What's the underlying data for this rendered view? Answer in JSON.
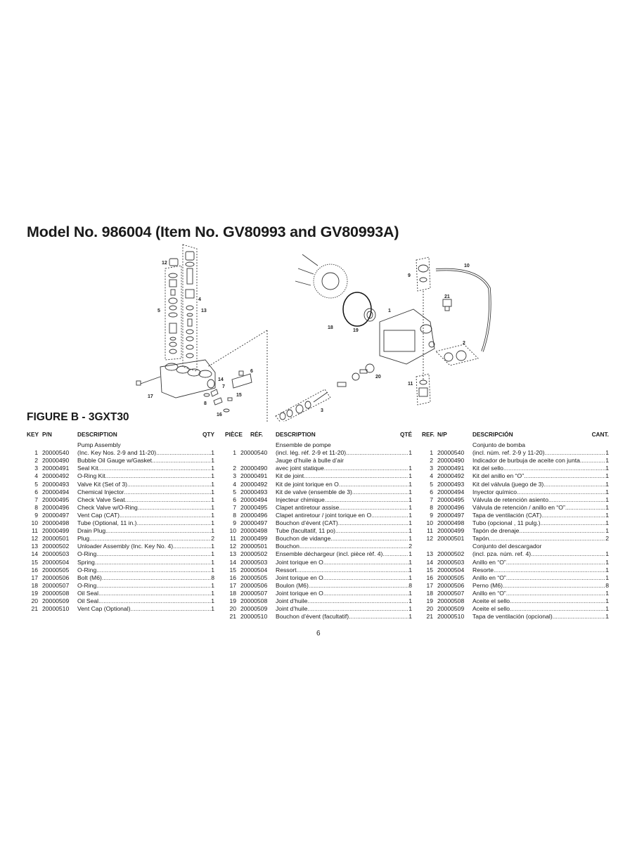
{
  "title": "Model No. 986004 (Item No. GV80993 and GV80993A)",
  "figure_title": "FIGURE B - 3GXT30",
  "page_number": "6",
  "diagram": {
    "callouts": [
      "1",
      "2",
      "3",
      "4",
      "5",
      "6",
      "7",
      "8",
      "9",
      "10",
      "11",
      "12",
      "13",
      "14",
      "15",
      "16",
      "17",
      "18",
      "19",
      "20",
      "21"
    ]
  },
  "tables": {
    "english": {
      "headers": {
        "key": "KEY",
        "pn": "P/N",
        "desc": "DESCRIPTION",
        "qty": "QTY"
      },
      "rows": [
        {
          "key": "1",
          "pn": "20000540",
          "desc1": "Pump Assembly",
          "desc2": "(Inc. Key Nos. 2-9 and 11-20)",
          "qty": "1"
        },
        {
          "key": "2",
          "pn": "20000490",
          "desc2": "Bubble Oil Gauge w/Gasket",
          "qty": "1"
        },
        {
          "key": "3",
          "pn": "20000491",
          "desc2": "Seal Kit",
          "qty": "1"
        },
        {
          "key": "4",
          "pn": "20000492",
          "desc2": "O-Ring Kit",
          "qty": "1"
        },
        {
          "key": "5",
          "pn": "20000493",
          "desc2": "Valve Kit (Set of 3)",
          "qty": "1"
        },
        {
          "key": "6",
          "pn": "20000494",
          "desc2": "Chemical Injector",
          "qty": "1"
        },
        {
          "key": "7",
          "pn": "20000495",
          "desc2": "Check Valve Seat",
          "qty": "1"
        },
        {
          "key": "8",
          "pn": "20000496",
          "desc2": "Check Valve w/O-Ring",
          "qty": "1"
        },
        {
          "key": "9",
          "pn": "20000497",
          "desc2": "Vent Cap (CAT)",
          "qty": "1"
        },
        {
          "key": "10",
          "pn": "20000498",
          "desc2": "Tube (Optional, 11 in.)",
          "qty": "1"
        },
        {
          "key": "11",
          "pn": "20000499",
          "desc2": "Drain Plug",
          "qty": "1"
        },
        {
          "key": "12",
          "pn": "20000501",
          "desc2": "Plug",
          "qty": "2"
        },
        {
          "key": "13",
          "pn": "20000502",
          "desc2": "Unloader Assembly (Inc. Key No. 4)",
          "qty": "1"
        },
        {
          "key": "14",
          "pn": "20000503",
          "desc2": "O-Ring",
          "qty": "1"
        },
        {
          "key": "15",
          "pn": "20000504",
          "desc2": "Spring",
          "qty": "1"
        },
        {
          "key": "16",
          "pn": "20000505",
          "desc2": "O-Ring",
          "qty": "1"
        },
        {
          "key": "17",
          "pn": "20000506",
          "desc2": "Bolt (M6)",
          "qty": "8"
        },
        {
          "key": "18",
          "pn": "20000507",
          "desc2": "O-Ring",
          "qty": "1"
        },
        {
          "key": "19",
          "pn": "20000508",
          "desc2": "Oil Seal",
          "qty": "1"
        },
        {
          "key": "20",
          "pn": "20000509",
          "desc2": "Oil Seal",
          "qty": "1"
        },
        {
          "key": "21",
          "pn": "20000510",
          "desc2": "Vent Cap (Optional)",
          "qty": "1"
        }
      ]
    },
    "french": {
      "headers": {
        "key": "PIÈCE",
        "pn": "RÉF.",
        "desc": "DESCRIPTION",
        "qty": "QTÉ"
      },
      "rows": [
        {
          "key": "1",
          "pn": "20000540",
          "desc1": "Ensemble de pompe",
          "desc2": "(incl. lég. réf. 2-9 et 11-20)",
          "qty": "1"
        },
        {
          "key": "2",
          "pn": "20000490",
          "desc1": "Jauge d’huile à bulle d’air",
          "desc2": "avec joint statique",
          "qty": "1"
        },
        {
          "key": "3",
          "pn": "20000491",
          "desc2": "Kit de joint",
          "qty": "1"
        },
        {
          "key": "4",
          "pn": "20000492",
          "desc2": "Kit de joint torique en O",
          "qty": "1"
        },
        {
          "key": "5",
          "pn": "20000493",
          "desc2": "Kit de valve (ensemble de 3)",
          "qty": "1"
        },
        {
          "key": "6",
          "pn": "20000494",
          "desc2": "Injecteur chimique",
          "qty": "1"
        },
        {
          "key": "7",
          "pn": "20000495",
          "desc2": "Clapet antiretour assise",
          "qty": "1"
        },
        {
          "key": "8",
          "pn": "20000496",
          "desc2": "Clapet antiretour / joint torique en O",
          "qty": "1"
        },
        {
          "key": "9",
          "pn": "20000497",
          "desc2": "Bouchon d’évent (CAT)",
          "qty": "1"
        },
        {
          "key": "10",
          "pn": "20000498",
          "desc2": "Tube (facultatif, 11 po)",
          "qty": "1"
        },
        {
          "key": "11",
          "pn": "20000499",
          "desc2": "Bouchon de vidange",
          "qty": "1"
        },
        {
          "key": "12",
          "pn": "20000501",
          "desc2": "Bouchon",
          "qty": "2"
        },
        {
          "key": "13",
          "pn": "20000502",
          "desc2": "Ensemble déchargeur (incl. pièce rèf. 4)",
          "qty": "1"
        },
        {
          "key": "14",
          "pn": "20000503",
          "desc2": "Joint torique en O",
          "qty": "1"
        },
        {
          "key": "15",
          "pn": "20000504",
          "desc2": "Ressort",
          "qty": "1"
        },
        {
          "key": "16",
          "pn": "20000505",
          "desc2": "Joint torique en O",
          "qty": "1"
        },
        {
          "key": "17",
          "pn": "20000506",
          "desc2": "Boulon (M6)",
          "qty": "8"
        },
        {
          "key": "18",
          "pn": "20000507",
          "desc2": "Joint torique en O",
          "qty": "1"
        },
        {
          "key": "19",
          "pn": "20000508",
          "desc2": "Joint d’huile",
          "qty": "1"
        },
        {
          "key": "20",
          "pn": "20000509",
          "desc2": "Joint d’huile",
          "qty": "1"
        },
        {
          "key": "21",
          "pn": "20000510",
          "desc2": "Bouchon d’évent (facultatif)",
          "qty": "1"
        }
      ]
    },
    "spanish": {
      "headers": {
        "key": "REF.",
        "pn": "N/P",
        "desc": "DESCRIPCIÓN",
        "qty": "CANT."
      },
      "rows": [
        {
          "key": "1",
          "pn": "20000540",
          "desc1": "Conjunto de bomba",
          "desc2": "(incl. núm. ref. 2-9 y 11-20)",
          "qty": "1"
        },
        {
          "key": "2",
          "pn": "20000490",
          "desc2": "Indicador de burbuja de aceite con junta",
          "qty": "1"
        },
        {
          "key": "3",
          "pn": "20000491",
          "desc2": "Kit del sello",
          "qty": "1"
        },
        {
          "key": "4",
          "pn": "20000492",
          "desc2": "Kit del anillo en “O”",
          "qty": "1"
        },
        {
          "key": "5",
          "pn": "20000493",
          "desc2": "Kit del válvula (juego de 3)",
          "qty": "1"
        },
        {
          "key": "6",
          "pn": "20000494",
          "desc2": "Inyector químico",
          "qty": "1"
        },
        {
          "key": "7",
          "pn": "20000495",
          "desc2": "Válvula de retención asiento",
          "qty": "1"
        },
        {
          "key": "8",
          "pn": "20000496",
          "desc2": "Válvula de retención / anillo en “O”",
          "qty": "1"
        },
        {
          "key": "9",
          "pn": "20000497",
          "desc2": "Tapa de ventilación (CAT)",
          "qty": "1"
        },
        {
          "key": "10",
          "pn": "20000498",
          "desc2": "Tubo (opcional , 11 pulg.)",
          "qty": "1"
        },
        {
          "key": "11",
          "pn": "20000499",
          "desc2": "Tapón de drenaje",
          "qty": "1"
        },
        {
          "key": "12",
          "pn": "20000501",
          "desc2": "Tapón",
          "qty": "2"
        },
        {
          "key": "13",
          "pn": "20000502",
          "desc1": "Conjunto del descargador",
          "desc2": "(incl. pza. núm. ref. 4)",
          "qty": "1"
        },
        {
          "key": "14",
          "pn": "20000503",
          "desc2": "Anillo en “O”",
          "qty": "1"
        },
        {
          "key": "15",
          "pn": "20000504",
          "desc2": "Resorte",
          "qty": "1"
        },
        {
          "key": "16",
          "pn": "20000505",
          "desc2": "Anillo en “O”",
          "qty": "1"
        },
        {
          "key": "17",
          "pn": "20000506",
          "desc2": "Perno (M6)",
          "qty": "8"
        },
        {
          "key": "18",
          "pn": "20000507",
          "desc2": "Anillo en “O”",
          "qty": "1"
        },
        {
          "key": "19",
          "pn": "20000508",
          "desc2": "Aceite el sello",
          "qty": "1"
        },
        {
          "key": "20",
          "pn": "20000509",
          "desc2": "Aceite el sello",
          "qty": "1"
        },
        {
          "key": "21",
          "pn": "20000510",
          "desc2": "Tapa de ventilación (opcional)",
          "qty": "1"
        }
      ]
    }
  }
}
